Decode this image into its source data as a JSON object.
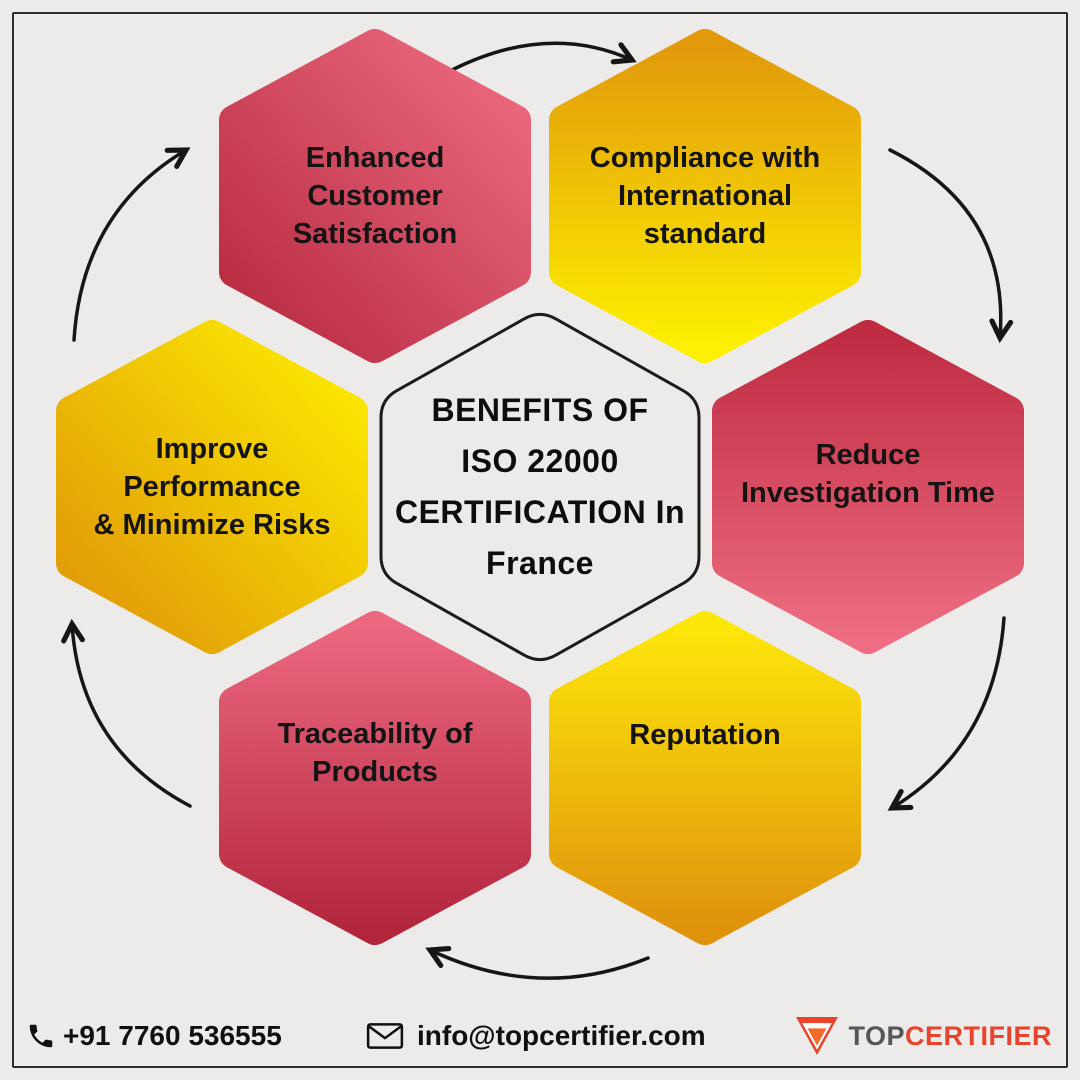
{
  "canvas": {
    "background": "#ecebe9",
    "frame_color": "#2e2e2e",
    "arrow_color": "#161616"
  },
  "center_hex": {
    "text": "BENEFITS OF\nISO 22000\nCERTIFICATION In\nFrance",
    "outline_color": "#1c1c1c"
  },
  "hexagons": [
    {
      "name": "enhanced-customer-satisfaction",
      "label": "Enhanced\nCustomer\nSatisfaction",
      "palette": "red",
      "gradient": [
        "#b5283e",
        "#ee6d82"
      ]
    },
    {
      "name": "compliance-international-standard",
      "label": "Compliance with\nInternational\nstandard",
      "palette": "yellow",
      "gradient": [
        "#e2990b",
        "#fdf000"
      ]
    },
    {
      "name": "reduce-investigation-time",
      "label": "Reduce\nInvestigation Time",
      "palette": "red",
      "gradient": [
        "#bf2c42",
        "#ee6d82"
      ]
    },
    {
      "name": "reputation",
      "label": "Reputation",
      "palette": "yellow",
      "gradient": [
        "#fde70a",
        "#df920c"
      ]
    },
    {
      "name": "traceability-of-products",
      "label": "Traceability of\nProducts",
      "palette": "red",
      "gradient": [
        "#ec6880",
        "#b2263c"
      ]
    },
    {
      "name": "improve-performance-minimize-risks",
      "label": "Improve\nPerformance\n& Minimize Risks",
      "palette": "yellow",
      "gradient": [
        "#fdee00",
        "#df9409"
      ]
    }
  ],
  "footer": {
    "phone": "+91 7760 536555",
    "email": "info@topcertifier.com",
    "brand": {
      "prefix": "TOP",
      "suffix": "CERTIFIER",
      "prefix_color": "#55565a",
      "suffix_color": "#e8432d"
    }
  },
  "icons": {
    "phone": "phone-icon",
    "email": "envelope-icon",
    "brand": "shield-check-icon"
  }
}
